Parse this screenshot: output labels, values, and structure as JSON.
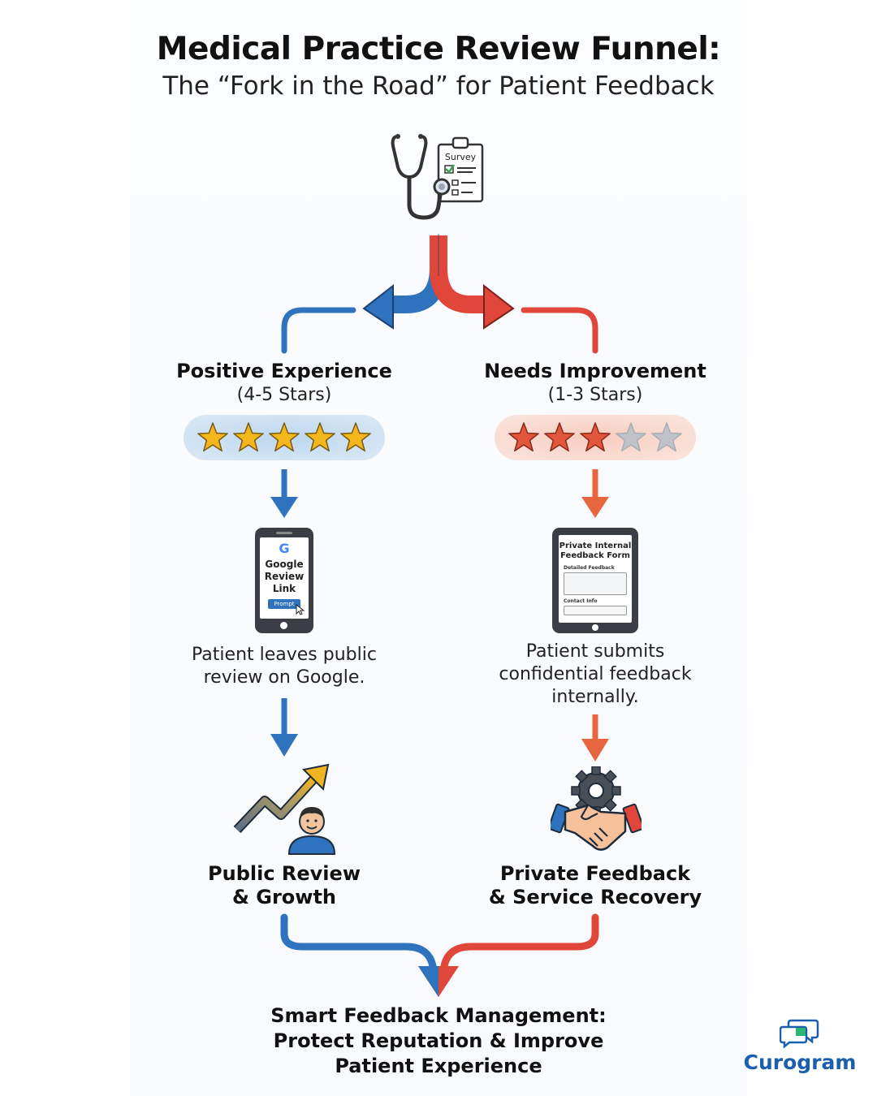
{
  "header": {
    "title": "Medical Practice Review Funnel:",
    "subtitle": "The “Fork in the Road” for Patient Feedback"
  },
  "start": {
    "icon": "stethoscope-clipboard-icon",
    "survey_label": "Survey"
  },
  "branches": {
    "positive": {
      "title": "Positive Experience",
      "rating": "(4-5 Stars)",
      "stars": 5,
      "phone": {
        "logo": "G",
        "line1": "Google",
        "line2": "Review",
        "line3": "Link",
        "button": "Prompt"
      },
      "description": [
        "Patient leaves public",
        "review on Google."
      ],
      "outcome_icon": "growth-chart-person-icon",
      "outcome": [
        "Public Review",
        "& Growth"
      ]
    },
    "negative": {
      "title": "Needs Improvement",
      "rating": "(1-3 Stars)",
      "stars": 3,
      "tablet": {
        "line1": "Private Internal",
        "line2": "Feedback Form",
        "field1": "Detailed Feedback",
        "field2": "Contact Info"
      },
      "description": [
        "Patient submits",
        "confidential feedback",
        "internally."
      ],
      "outcome_icon": "handshake-gear-icon",
      "outcome": [
        "Private Feedback",
        "& Service Recovery"
      ]
    }
  },
  "footer": {
    "lines": [
      "Smart Feedback Management:",
      "Protect Reputation & Improve",
      "Patient Experience"
    ]
  },
  "brand": {
    "name": "Curogram",
    "icon": "chat-bubbles-icon"
  },
  "colors": {
    "blue": "#2f72bd",
    "red": "#e0473a",
    "orange": "#e8663f",
    "star_gold": "#f3b61c",
    "star_red": "#e2563b",
    "star_grey": "#bfc3c8",
    "brand": "#1b5fae"
  }
}
